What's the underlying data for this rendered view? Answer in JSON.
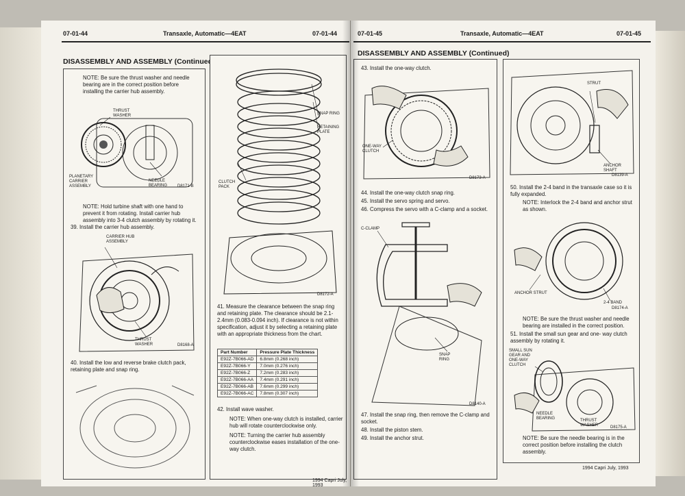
{
  "left_page": {
    "page_number": "07-01-44",
    "running_title": "Transaxle, Automatic—4EAT",
    "running_number_right": "07-01-44",
    "section_title": "DISASSEMBLY AND ASSEMBLY (Continued)",
    "note_thrust": "NOTE: Be sure the thrust washer and needle bearing are in the correct position before installing the carrier hub assembly.",
    "fig1_labels": {
      "thrust_washer": "THRUST WASHER",
      "planetary": "PLANETARY CARRIER ASSEMBLY",
      "needle": "NEEDLE BEARING",
      "code": "D8171-B"
    },
    "note_turbine": "NOTE: Hold turbine shaft with one hand to prevent it from rotating. Install carrier hub assembly into 3-4 clutch assembly by rotating it.",
    "step39": "39.  Install the carrier hub assembly.",
    "fig2_labels": {
      "carrier_hub": "CARRIER HUB ASSEMBLY",
      "thrust_washer": "THRUST WASHER",
      "code": "D8168-A"
    },
    "step40": "40.  Install the low and reverse brake clutch pack, retaining plate and snap ring.",
    "fig3_labels": {
      "snap_ring": "SNAP RING",
      "retaining_plate": "RETAINING PLATE",
      "clutch_pack": "CLUTCH PACK",
      "code": "D8172-A"
    },
    "step41": "41.  Measure the clearance between the snap ring and retaining plate. The clearance should be 2.1-2.4mm (0.083-0.094 inch). If clearance is not within specification, adjust it by selecting a retaining plate with an appropriate thickness from the chart.",
    "table": {
      "headers": [
        "Part Number",
        "Pressure Plate Thickness"
      ],
      "rows": [
        [
          "E92Z-7B066-AD",
          "6.8mm (0.268 inch)"
        ],
        [
          "E92Z-7B066-Y",
          "7.0mm (0.276 inch)"
        ],
        [
          "E92Z-7B066-Z",
          "7.2mm (0.283 inch)"
        ],
        [
          "E92Z-7B066-AA",
          "7.4mm (0.291 inch)"
        ],
        [
          "E92Z-7B066-AB",
          "7.6mm (0.299 inch)"
        ],
        [
          "E92Z-7B066-AC",
          "7.8mm (0.307 inch)"
        ]
      ]
    },
    "step42": "42.  Install wave washer.",
    "note42a": "NOTE: When one-way clutch is installed, carrier hub will rotate counterclockwise only.",
    "note42b": "NOTE: Turning the carrier hub assembly counterclockwise eases installation of the one-way clutch.",
    "footer": "1994 Capri July, 1993"
  },
  "right_page": {
    "page_number_left": "07-01-45",
    "running_title": "Transaxle, Automatic—4EAT",
    "page_number": "07-01-45",
    "section_title": "DISASSEMBLY AND ASSEMBLY (Continued)",
    "step43": "43.  Install the one-way clutch.",
    "fig4_labels": {
      "one_way": "ONE-WAY CLUTCH",
      "code": "D8173-A"
    },
    "step44": "44.  Install the one-way clutch snap ring.",
    "step45": "45.  Install the servo spring and servo.",
    "step46": "46.  Compress the servo with a C-clamp and a socket.",
    "fig5_labels": {
      "c_clamp": "C-CLAMP",
      "snap_ring": "SNAP RING",
      "code": "D8140-A"
    },
    "step47": "47.  Install the snap ring, then remove the C-clamp and socket.",
    "step48": "48.  Install the piston stem.",
    "step49": "49.  Install the anchor strut.",
    "fig6_labels": {
      "strut": "STRUT",
      "anchor_shaft": "ANCHOR SHAFT",
      "code": "D8139-A"
    },
    "step50": "50.  Install the 2-4 band in the transaxle case so it is fully expanded.",
    "note50": "NOTE: Interlock the 2-4 band and anchor strut as shown.",
    "fig7_labels": {
      "anchor_strut": "ANCHOR STRUT",
      "band": "2-4 BAND",
      "code": "D8174-A"
    },
    "note51a": "NOTE: Be sure the thrust washer and needle bearing are installed in the correct position.",
    "step51": "51.  Install the small sun gear and one- way clutch assembly by rotating it.",
    "fig8_labels": {
      "sun_gear": "SMALL SUN GEAR AND ONE-WAY CLUTCH",
      "needle": "NEEDLE BEARING",
      "thrust": "THRUST WASHER",
      "code": "D8175-A"
    },
    "note51b": "NOTE: Be sure the needle bearing is in the correct position before installing the clutch assembly.",
    "footer": "1994 Capri July, 1993"
  }
}
